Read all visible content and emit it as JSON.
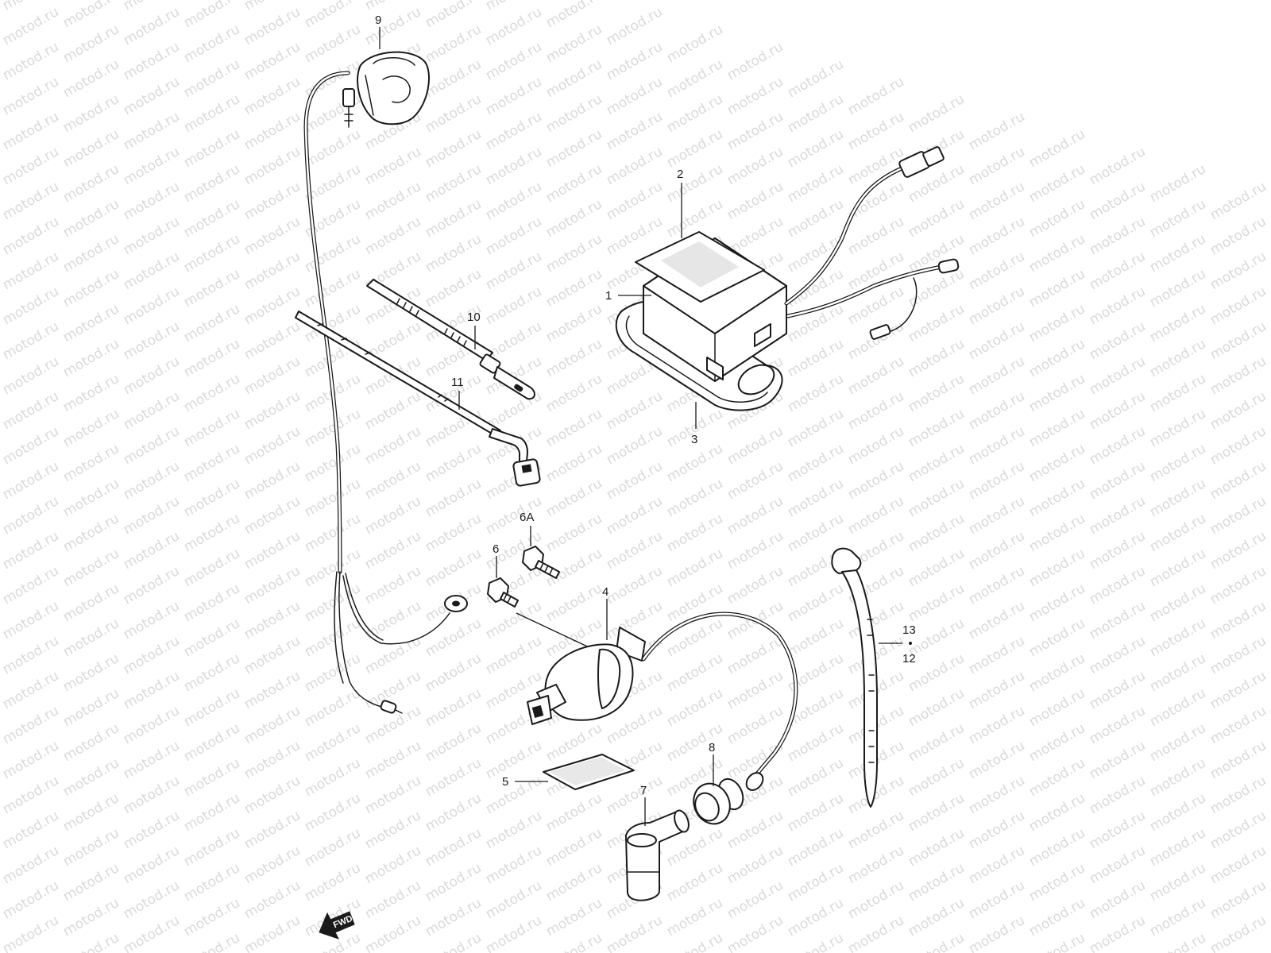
{
  "watermark": {
    "text": "motod.ru"
  },
  "fwd_label": "FWD",
  "parts": [
    {
      "id": "p1",
      "label": "1"
    },
    {
      "id": "p2",
      "label": "2"
    },
    {
      "id": "p3",
      "label": "3"
    },
    {
      "id": "p4",
      "label": "4"
    },
    {
      "id": "p5",
      "label": "5"
    },
    {
      "id": "p6",
      "label": "6"
    },
    {
      "id": "p6a",
      "label": "6A"
    },
    {
      "id": "p7",
      "label": "7"
    },
    {
      "id": "p8",
      "label": "8"
    },
    {
      "id": "p9",
      "label": "9"
    },
    {
      "id": "p10",
      "label": "10"
    },
    {
      "id": "p11",
      "label": "11"
    },
    {
      "id": "p12",
      "label": "12"
    },
    {
      "id": "p13",
      "label": "13"
    }
  ]
}
